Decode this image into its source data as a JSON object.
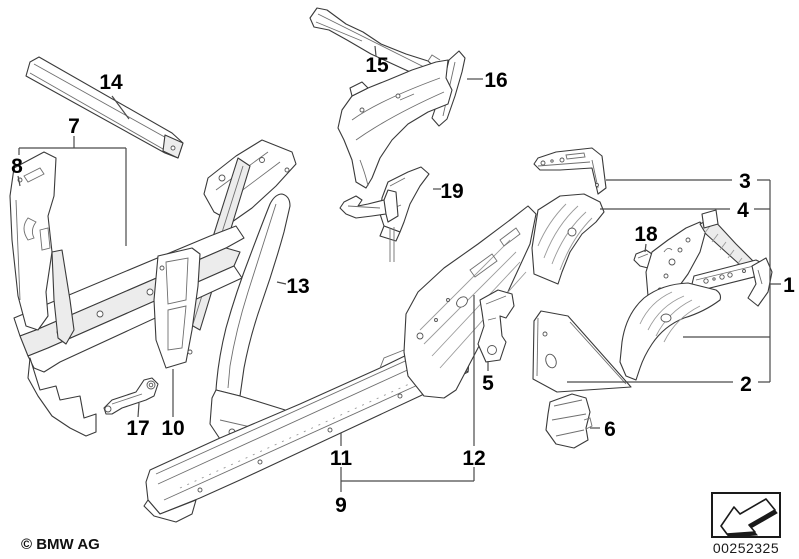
{
  "colors": {
    "background": "#ffffff",
    "line_art": "#3a3a3a",
    "label_text": "#000000"
  },
  "callouts": {
    "c1": "1",
    "c2": "2",
    "c3": "3",
    "c4": "4",
    "c5": "5",
    "c6": "6",
    "c7": "7",
    "c8": "8",
    "c9": "9",
    "c10": "10",
    "c11": "11",
    "c12": "12",
    "c13": "13",
    "c14": "14",
    "c15": "15",
    "c16": "16",
    "c17": "17",
    "c18": "18",
    "c19": "19"
  },
  "footer": {
    "copyright": "© BMW AG",
    "diagram_number": "00252325"
  },
  "icons": {
    "stamp_arrow": "arrow-down-left-3d-icon"
  }
}
